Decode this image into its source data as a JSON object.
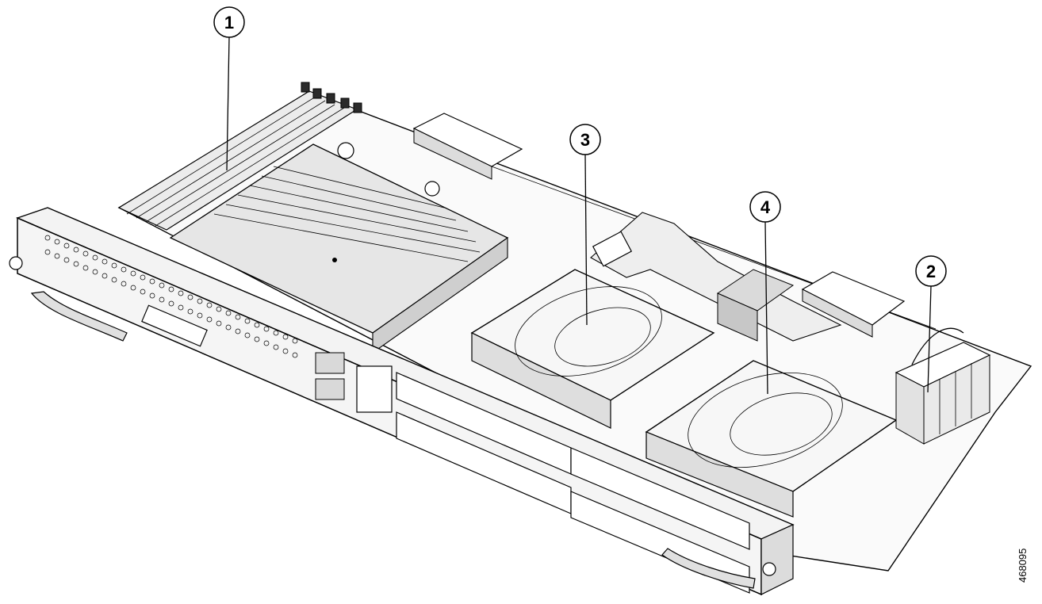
{
  "figure": {
    "callouts": [
      {
        "label": "1"
      },
      {
        "label": "2"
      },
      {
        "label": "3"
      },
      {
        "label": "4"
      }
    ],
    "figure_id": "468095"
  }
}
